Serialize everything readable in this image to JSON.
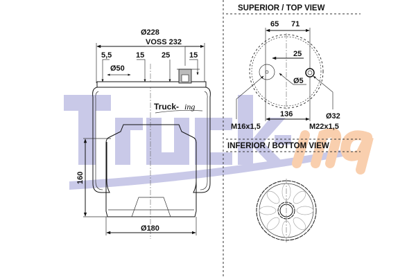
{
  "watermark": {
    "brand_main": "Truck-",
    "brand_suffix": "ing",
    "main_color": "#c9c9e8",
    "suffix_color": "#f9cfae"
  },
  "logo": {
    "main": "Truck-",
    "suffix": "ing"
  },
  "side_view": {
    "diameter_top": "Ø228",
    "connector": "VOSS 232",
    "dim_a": "5,5",
    "dim_b": "15",
    "dim_c": "25",
    "dim_d": "15",
    "bore": "Ø50",
    "height": "160",
    "diameter_bottom": "Ø180"
  },
  "top_view": {
    "title": "SUPERIOR / TOP VIEW",
    "dim_left": "65",
    "dim_right": "71",
    "offset": "25",
    "pin": "Ø5",
    "spacing": "136",
    "port_diameter": "Ø32",
    "thread_left": "M16x1,5",
    "thread_right": "M22x1,5"
  },
  "bottom_view": {
    "title": "INFERIOR / BOTTOM VIEW"
  }
}
